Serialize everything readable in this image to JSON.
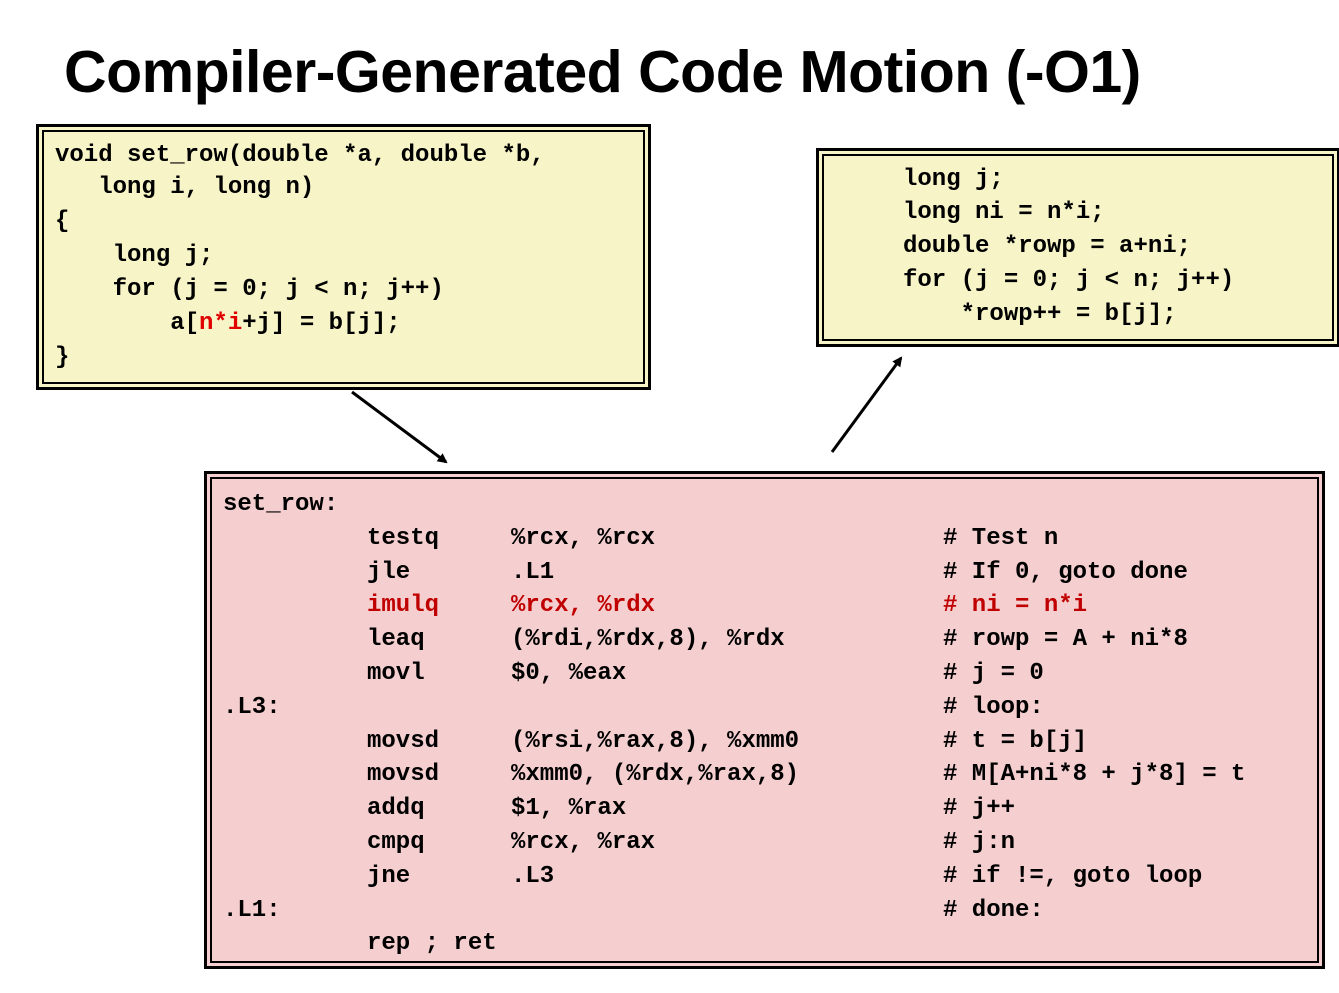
{
  "title": "Compiler-Generated Code Motion (-O1)",
  "c_code": {
    "lines": [
      "void set_row(double *a, double *b,",
      "   long i, long n)",
      "{",
      "    long j;",
      "    for (j = 0; j < n; j++)",
      "        a[",
      "n*i",
      "+j] = b[j];",
      "}"
    ]
  },
  "optimized_code": {
    "lines": [
      "long j;",
      "long ni = n*i;",
      "double *rowp = a+ni;",
      "for (j = 0; j < n; j++)",
      "    *rowp++ = b[j];"
    ]
  },
  "assembly": {
    "rows": [
      {
        "label": "set_row:",
        "op": "",
        "args": "",
        "comment": ""
      },
      {
        "label": "",
        "op": "testq",
        "args": "%rcx, %rcx",
        "comment": "# Test n"
      },
      {
        "label": "",
        "op": "jle",
        "args": ".L1",
        "comment": "# If 0, goto done"
      },
      {
        "label": "",
        "op": "imulq",
        "args": "%rcx, %rdx",
        "comment": "# ni = n*i"
      },
      {
        "label": "",
        "op": "leaq",
        "args": "(%rdi,%rdx,8), %rdx",
        "comment": "# rowp = A + ni*8"
      },
      {
        "label": "",
        "op": "movl",
        "args": "$0, %eax",
        "comment": "# j = 0"
      },
      {
        "label": ".L3:",
        "op": "",
        "args": "",
        "comment": "# loop:"
      },
      {
        "label": "",
        "op": "movsd",
        "args": "(%rsi,%rax,8), %xmm0",
        "comment": "# t = b[j]"
      },
      {
        "label": "",
        "op": "movsd",
        "args": "%xmm0, (%rdx,%rax,8)",
        "comment": "# M[A+ni*8 + j*8] = t"
      },
      {
        "label": "",
        "op": "addq",
        "args": "$1, %rax",
        "comment": "# j++"
      },
      {
        "label": "",
        "op": "cmpq",
        "args": "%rcx, %rax",
        "comment": "# j:n"
      },
      {
        "label": "",
        "op": "jne",
        "args": ".L3",
        "comment": "# if !=, goto loop"
      },
      {
        "label": ".L1:",
        "op": "",
        "args": "",
        "comment": "# done:"
      },
      {
        "label": "",
        "op": "rep ; ret",
        "args": "",
        "comment": ""
      }
    ]
  },
  "colors": {
    "highlight_red": "#e00000",
    "asm_highlight": "#c00000",
    "code_box_bg": "#f7f5c8",
    "asm_box_bg": "#f5cfd0"
  }
}
